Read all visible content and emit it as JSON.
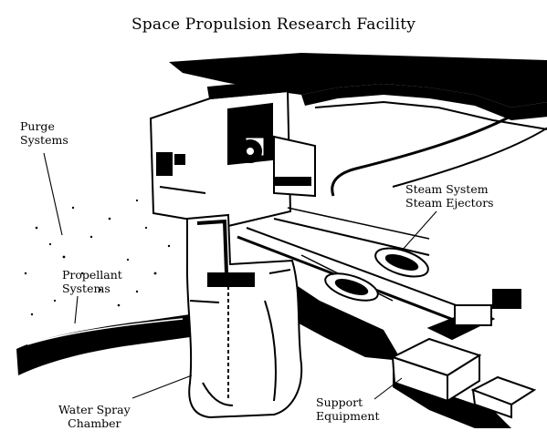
{
  "title": "Space Propulsion Research Facility",
  "labels": {
    "purge": {
      "line1": "Purge",
      "line2": "Systems"
    },
    "propellant": {
      "line1": "Propellant",
      "line2": "Systems"
    },
    "water_spray": {
      "line1": "Water Spray",
      "line2": "Chamber"
    },
    "steam": {
      "line1": "Steam System",
      "line2": "Steam Ejectors"
    },
    "support": {
      "line1": "Support",
      "line2": "Equipment"
    }
  },
  "colors": {
    "ink": "#000000",
    "paper": "#ffffff"
  }
}
